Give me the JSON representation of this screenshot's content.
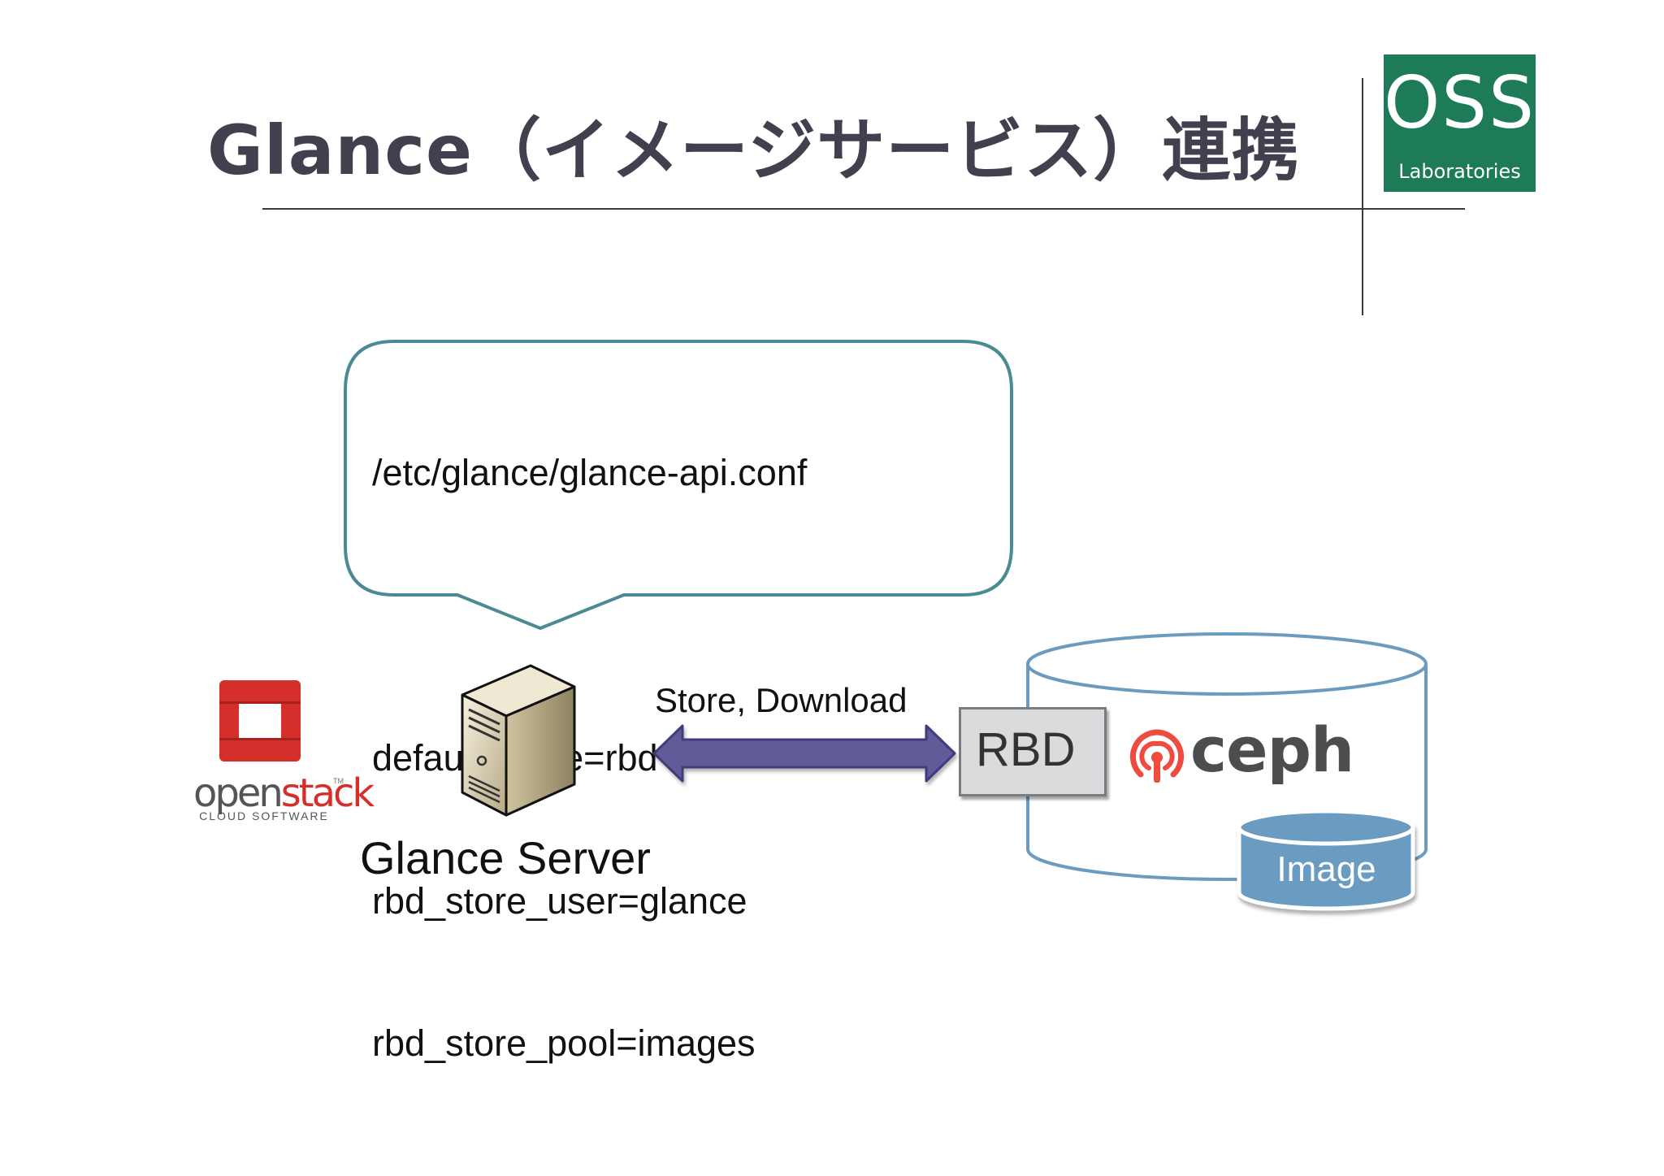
{
  "slide": {
    "title": "Glance（イメージサービス）連携"
  },
  "logo": {
    "main": "OSS",
    "sub": "Laboratories",
    "color": "#1e7b58"
  },
  "callout": {
    "lines": [
      "/etc/glance/glance-api.conf",
      "",
      "default_store=rbd",
      "rbd_store_user=glance",
      "rbd_store_pool=images"
    ]
  },
  "openstack": {
    "word_open": "open",
    "word_stack": "stack",
    "tm": "TM",
    "sub": "CLOUD SOFTWARE"
  },
  "server": {
    "label": "Glance Server",
    "icon": "server-tower-icon"
  },
  "arrow": {
    "label": "Store, Download",
    "color": "#5e5c99"
  },
  "storage": {
    "rbd_label": "RBD",
    "ceph_label": "ceph",
    "image_label": "Image",
    "cylinder_color": "#6b9cbf",
    "image_fill": "#6a9cc2"
  }
}
